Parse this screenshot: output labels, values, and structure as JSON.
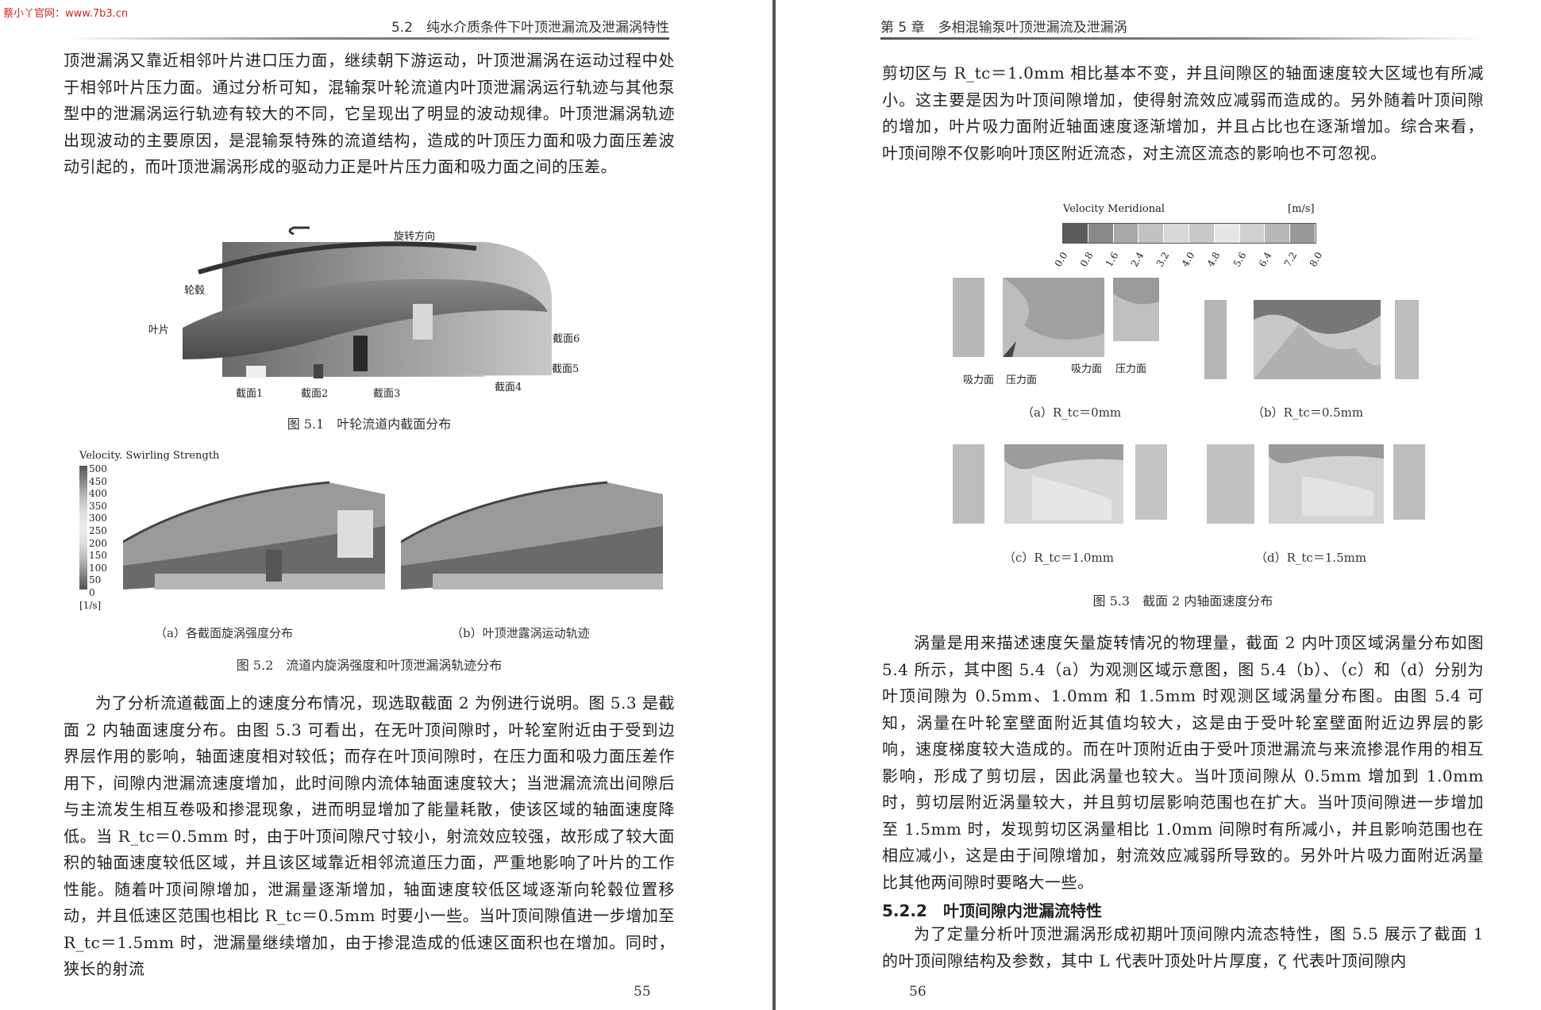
{
  "watermark": "蔡小丫官网：www.7b3.cn",
  "left_page": {
    "header": "5.2　纯水介质条件下叶顶泄漏流及泄漏涡特性",
    "para1": "顶泄漏涡又靠近相邻叶片进口压力面，继续朝下游运动，叶顶泄漏涡在运动过程中处于相邻叶片压力面。通过分析可知，混输泵叶轮流道内叶顶泄漏涡运行轨迹与其他泵型中的泄漏涡运行轨迹有较大的不同，它呈现出了明显的波动规律。叶顶泄漏涡轨迹出现波动的主要原因，是混输泵特殊的流道结构，造成的叶顶压力面和吸力面压差波动引起的，而叶顶泄漏涡形成的驱动力正是叶片压力面和吸力面之间的压差。",
    "fig1": {
      "labels": {
        "rotation": "旋转方向",
        "hub": "轮毂",
        "blade": "叶片",
        "s1": "截面1",
        "s2": "截面2",
        "s3": "截面3",
        "s4": "截面4",
        "s5": "截面5",
        "s6": "截面6"
      },
      "caption": "图 5.1　叶轮流道内截面分布"
    },
    "fig2": {
      "legend_title": "Velocity. Swirling Strength",
      "legend_ticks": [
        "500",
        "450",
        "400",
        "350",
        "300",
        "250",
        "200",
        "150",
        "100",
        "50",
        "0"
      ],
      "legend_unit": "[1/s]",
      "sub_a": "（a）各截面旋涡强度分布",
      "sub_b": "（b）叶顶泄露涡运动轨迹",
      "caption": "图 5.2　流道内旋涡强度和叶顶泄漏涡轨迹分布"
    },
    "para2": "为了分析流道截面上的速度分布情况，现选取截面 2 为例进行说明。图 5.3 是截面 2 内轴面速度分布。由图 5.3 可看出，在无叶顶间隙时，叶轮室附近由于受到边界层作用的影响，轴面速度相对较低；而存在叶顶间隙时，在压力面和吸力面压差作用下，间隙内泄漏流速度增加，此时间隙内流体轴面速度较大；当泄漏流流出间隙后与主流发生相互卷吸和掺混现象，进而明显增加了能量耗散，使该区域的轴面速度降低。当 R_tc＝0.5mm 时，由于叶顶间隙尺寸较小，射流效应较强，故形成了较大面积的轴面速度较低区域，并且该区域靠近相邻流道压力面，严重地影响了叶片的工作性能。随着叶顶间隙增加，泄漏量逐渐增加，轴面速度较低区域逐渐向轮毂位置移动，并且低速区范围也相比 R_tc＝0.5mm 时要小一些。当叶顶间隙值进一步增加至 R_tc＝1.5mm 时，泄漏量继续增加，由于掺混造成的低速区面积也在增加。同时，狭长的射流",
    "page_number": "55"
  },
  "right_page": {
    "header": "第 5 章　多相混输泵叶顶泄漏流及泄漏涡",
    "para1": "剪切区与 R_tc＝1.0mm 相比基本不变，并且间隙区的轴面速度较大区域也有所减小。这主要是因为叶顶间隙增加，使得射流效应减弱而造成的。另外随着叶顶间隙的增加，叶片吸力面附近轴面速度逐渐增加，并且占比也在逐渐增加。综合来看，叶顶间隙不仅影响叶顶区附近流态，对主流区流态的影响也不可忽视。",
    "fig3": {
      "legend_title": "Velocity Meridional",
      "legend_unit": "[m/s]",
      "legend_ticks": [
        "0.0",
        "0.8",
        "1.6",
        "2.4",
        "3.2",
        "4.0",
        "4.8",
        "5.6",
        "6.4",
        "7.2",
        "8.0"
      ],
      "labels": {
        "suction1": "吸力面",
        "pressure1": "压力面",
        "suction2": "吸力面",
        "pressure2": "压力面"
      },
      "sub_a": "（a）R_tc＝0mm",
      "sub_b": "（b）R_tc＝0.5mm",
      "sub_c": "（c）R_tc＝1.0mm",
      "sub_d": "（d）R_tc＝1.5mm",
      "caption": "图 5.3　截面 2 内轴面速度分布"
    },
    "para2": "涡量是用来描述速度矢量旋转情况的物理量，截面 2 内叶顶区域涡量分布如图 5.4 所示，其中图 5.4（a）为观测区域示意图，图 5.4（b）、（c）和（d）分别为叶顶间隙为 0.5mm、1.0mm 和 1.5mm 时观测区域涡量分布图。由图 5.4 可知，涡量在叶轮室壁面附近其值均较大，这是由于受叶轮室壁面附近边界层的影响，速度梯度较大造成的。而在叶顶附近由于受叶顶泄漏流与来流掺混作用的相互影响，形成了剪切层，因此涡量也较大。当叶顶间隙从 0.5mm 增加到 1.0mm 时，剪切层附近涡量较大，并且剪切层影响范围也在扩大。当叶顶间隙进一步增加至 1.5mm 时，发现剪切区涡量相比 1.0mm 间隙时有所减小，并且影响范围也在相应减小，这是由于间隙增加，射流效应减弱所导致的。另外叶片吸力面附近涡量比其他两间隙时要略大一些。",
    "section_title": "5.2.2　叶顶间隙内泄漏流特性",
    "para3": "为了定量分析叶顶泄漏涡形成初期叶顶间隙内流态特性，图 5.5 展示了截面 1 的叶顶间隙结构及参数，其中 L 代表叶顶处叶片厚度，ζ 代表叶顶间隙内",
    "page_number": "56"
  }
}
